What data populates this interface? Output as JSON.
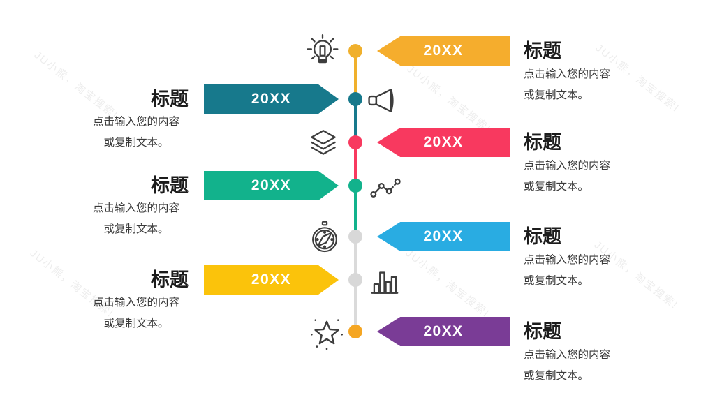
{
  "watermark": {
    "text": "JU小熊，淘宝搜索!"
  },
  "timeline": {
    "segment_colors": [
      "#F0B02C",
      "#17798C",
      "#F8395F",
      "#12B28C",
      "#DADADA"
    ]
  },
  "rows": [
    {
      "side": "right",
      "icon": "lightbulb-icon",
      "year": "20XX",
      "title": "标题",
      "desc_line1": "点击输入您的内容",
      "desc_line2": "或复制文本。",
      "arrow_color": "#F5AD2D",
      "dot_color": "#F0B02C"
    },
    {
      "side": "left",
      "icon": "megaphone-icon",
      "year": "20XX",
      "title": "标题",
      "desc_line1": "点击输入您的内容",
      "desc_line2": "或复制文本。",
      "arrow_color": "#17798C",
      "dot_color": "#17798C"
    },
    {
      "side": "right",
      "icon": "layers-icon",
      "year": "20XX",
      "title": "标题",
      "desc_line1": "点击输入您的内容",
      "desc_line2": "或复制文本。",
      "arrow_color": "#F8395F",
      "dot_color": "#F8395F"
    },
    {
      "side": "left",
      "icon": "trend-chart-icon",
      "year": "20XX",
      "title": "标题",
      "desc_line1": "点击输入您的内容",
      "desc_line2": "或复制文本。",
      "arrow_color": "#12B28C",
      "dot_color": "#12B28C"
    },
    {
      "side": "right",
      "icon": "compass-icon",
      "year": "20XX",
      "title": "标题",
      "desc_line1": "点击输入您的内容",
      "desc_line2": "或复制文本。",
      "arrow_color": "#29ACE2",
      "dot_color": "#D8D8D8"
    },
    {
      "side": "left",
      "icon": "bar-chart-icon",
      "year": "20XX",
      "title": "标题",
      "desc_line1": "点击输入您的内容",
      "desc_line2": "或复制文本。",
      "arrow_color": "#FBC30B",
      "dot_color": "#D8D8D8"
    },
    {
      "side": "right",
      "icon": "star-icon",
      "year": "20XX",
      "title": "标题",
      "desc_line1": "点击输入您的内容",
      "desc_line2": "或复制文本。",
      "arrow_color": "#7A3C96",
      "dot_color": "#F5A623"
    }
  ]
}
